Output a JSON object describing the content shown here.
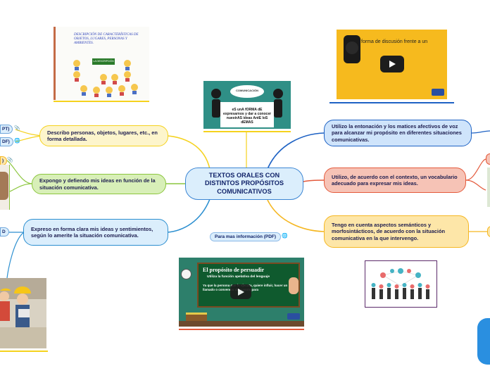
{
  "center": {
    "title": "TEXTOS ORALES CON DISTINTOS PROPÓSITOS COMUNICATIVOS"
  },
  "left_nodes": [
    {
      "text": "Describo personas, objetos, lugares, etc., en forma detallada."
    },
    {
      "text": "Expongo y defiendo mis ideas en función de la situación comunicativa."
    },
    {
      "text": "Expreso en forma clara mis ideas y sentimientos, según lo amerite la situación comunicativa."
    }
  ],
  "right_nodes": [
    {
      "text": "Utilizo la entonación y los matices afectivos de voz para alcanzar mi propósito en diferentes situaciones comunicativas."
    },
    {
      "text": "Utilizo, de acuerdo con el contexto, un vocabulario adecuado para expresar mis ideas."
    },
    {
      "text": "Tengo en cuenta aspectos semánticos y morfosintácticos, de acuerdo con la situación comunicativa en la que intervengo."
    }
  ],
  "info_link": {
    "label": "Para mas información (PDF)"
  },
  "edge_tags": {
    "ppt": "PT)",
    "pdf": "DF)",
    "tag3": ")",
    "tag4": "D"
  },
  "images": {
    "descripcion_title": "DESCRIPCIÓN DE CARACTERÍSTICAS DE OBJETOS, LUGARES, PERSONAS Y AMBIENTES.",
    "descripcion_center": "LA DESCRIPCIÓN ORAL",
    "comunicacion_bubble": "COMUNICACIÓN",
    "comunicacion_text": "eS unA fORMA dE expresarnos y dar a conocer nuestrAS ideas AntE loS dEMAS",
    "video1_caption": "forma de discusión frente a un",
    "video2_title": "El propósito de persuadir",
    "video2_subtitle": "Utiliza la función apelativa del lenguaje",
    "video2_body": "Ya que la persona que lo ejecuta, quiere influir, hacer un llamado o convencer del oyente para"
  },
  "colors": {
    "yellow": "#f5d21e",
    "green": "#8cc63e",
    "blue_left": "#2c8fd0",
    "blue_right": "#1e62c4",
    "red": "#e45a3c",
    "orange": "#f5b722"
  }
}
